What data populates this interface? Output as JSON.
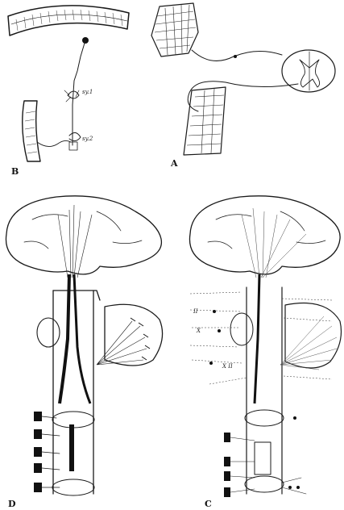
{
  "panels": {
    "A": {
      "label": "A"
    },
    "B": {
      "label": "B",
      "ganglion_labels": [
        "sy.1",
        "sy.2"
      ]
    },
    "C": {
      "label": "C",
      "side_labels": [
        "II",
        "X",
        "X II"
      ]
    },
    "D": {
      "label": "D"
    }
  },
  "colors": {
    "ink": "#1a1a1a",
    "paper": "#ffffff"
  }
}
